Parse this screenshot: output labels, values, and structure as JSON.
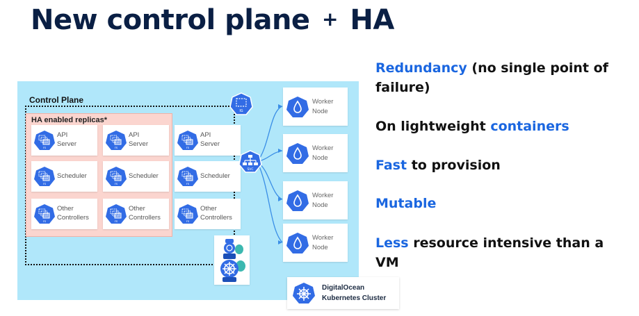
{
  "title": {
    "main": "New control plane",
    "plus": "+",
    "suffix": "HA"
  },
  "diagram": {
    "control_plane_label": "Control Plane",
    "ig_icon_label": "IG",
    "ha_label": "HA enabled replicas*",
    "components": [
      {
        "line1": "API",
        "line2": "Server",
        "icon_label": "rs"
      },
      {
        "line1": "Scheduler",
        "icon_label": "rs"
      },
      {
        "line1": "Other",
        "line2": "Controllers",
        "icon_label": "rs"
      }
    ],
    "svc_label": "SVC",
    "worker_nodes": [
      {
        "line1": "Worker",
        "line2": "Node"
      },
      {
        "line1": "Worker",
        "line2": "Node"
      },
      {
        "line1": "Worker",
        "line2": "Node"
      },
      {
        "line1": "Worker",
        "line2": "Node"
      }
    ],
    "cluster_card": {
      "line1": "DigitalOcean",
      "line2": "Kubernetes Cluster"
    }
  },
  "bullets": [
    {
      "hl": "Redundancy",
      "rest": " (no single point of",
      "line2": "failure)"
    },
    {
      "pre": "On lightweight ",
      "hl": "containers"
    },
    {
      "hl": "Fast",
      "rest": " to provision"
    },
    {
      "hl": "Mutable"
    },
    {
      "hl": "Less",
      "rest": " resource intensive than a",
      "line2": "VM"
    }
  ],
  "colors": {
    "title": "#0a1f44",
    "highlight": "#1a66e0",
    "k8s_blue": "#326ce5",
    "diagram_bg": "#b0e7fa",
    "ha_bg": "#fbd5cf",
    "line_blue": "#3a8ee6"
  },
  "icons": {
    "component": "kubernetes-replicaset-icon",
    "worker": "kubernetes-node-icon",
    "service": "kubernetes-service-icon",
    "ig": "kubernetes-ingress-icon",
    "cluster": "kubernetes-helm-wheel-icon"
  }
}
